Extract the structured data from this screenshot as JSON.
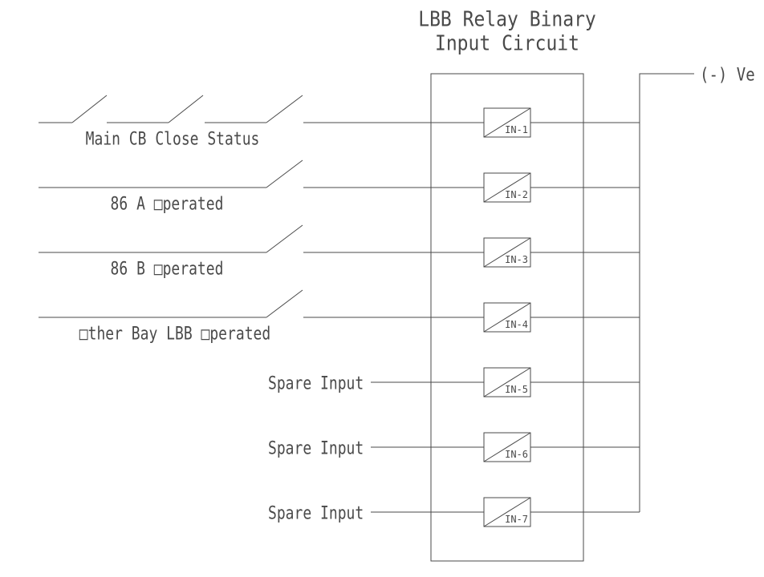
{
  "title": {
    "line1": "LBB Relay Binary",
    "line2": "Input Circuit"
  },
  "power_label": "(-) Ve",
  "rows": [
    {
      "label": "Main CB Close Status",
      "input": "IN-1",
      "switch_contacts": 3
    },
    {
      "label": "86 A □perated",
      "input": "IN-2",
      "switch_contacts": 1
    },
    {
      "label": "86 B □perated",
      "input": "IN-3",
      "switch_contacts": 1
    },
    {
      "label": "□ther Bay LBB □perated",
      "input": "IN-4",
      "switch_contacts": 1
    },
    {
      "label": "Spare Input",
      "input": "IN-5",
      "switch_contacts": 0
    },
    {
      "label": "Spare Input",
      "input": "IN-6",
      "switch_contacts": 0
    },
    {
      "label": "Spare Input",
      "input": "IN-7",
      "switch_contacts": 0
    }
  ],
  "colors": {
    "stroke": "#4a4a4a",
    "text": "#4a4a4a",
    "background": "#ffffff"
  }
}
